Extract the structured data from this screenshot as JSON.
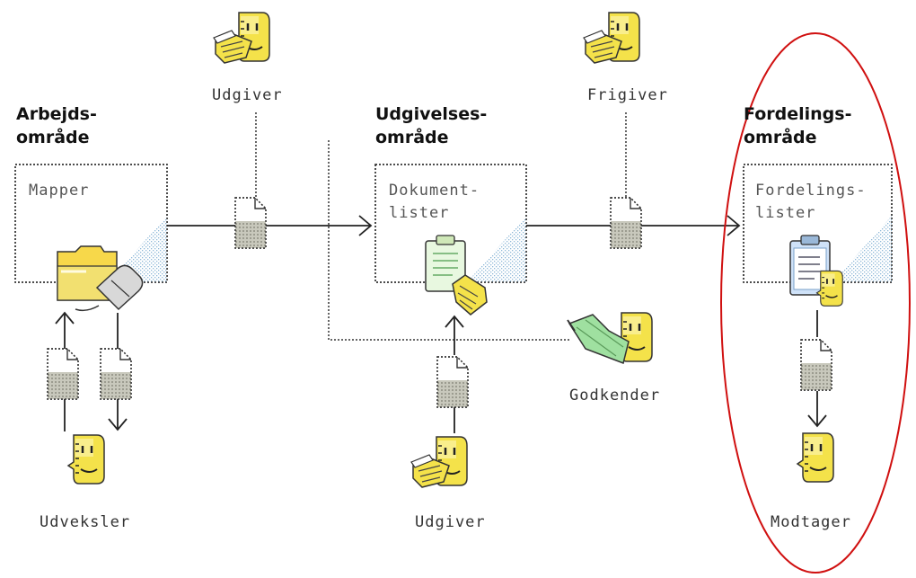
{
  "areas": {
    "work": {
      "title_line1": "Arbejds-",
      "title_line2": "område",
      "box_label": "Mapper"
    },
    "publish": {
      "title_line1": "Udgivelses-",
      "title_line2": "område",
      "box_label_line1": "Dokument-",
      "box_label_line2": "lister"
    },
    "distribution": {
      "title_line1": "Fordelings-",
      "title_line2": "område",
      "box_label_line1": "Fordelings-",
      "box_label_line2": "lister"
    }
  },
  "roles": {
    "publisher_top": "Udgiver",
    "releaser": "Frigiver",
    "approver": "Godkender",
    "exchanger": "Udveksler",
    "publisher_bottom": "Udgiver",
    "receiver": "Modtager"
  },
  "icons": {
    "person": "person-face-icon",
    "person_handing": "person-handing-document-icon",
    "person_flag": "person-with-flag-icon",
    "document": "document-icon",
    "folder": "folder-icon",
    "mouse": "mouse-icon",
    "clipboard": "clipboard-icon"
  },
  "colors": {
    "highlight_ellipse": "#d01010",
    "face_yellow": "#f4e24a",
    "line": "#222222",
    "dotted": "#333333",
    "flag_green": "#9fe0a0"
  }
}
